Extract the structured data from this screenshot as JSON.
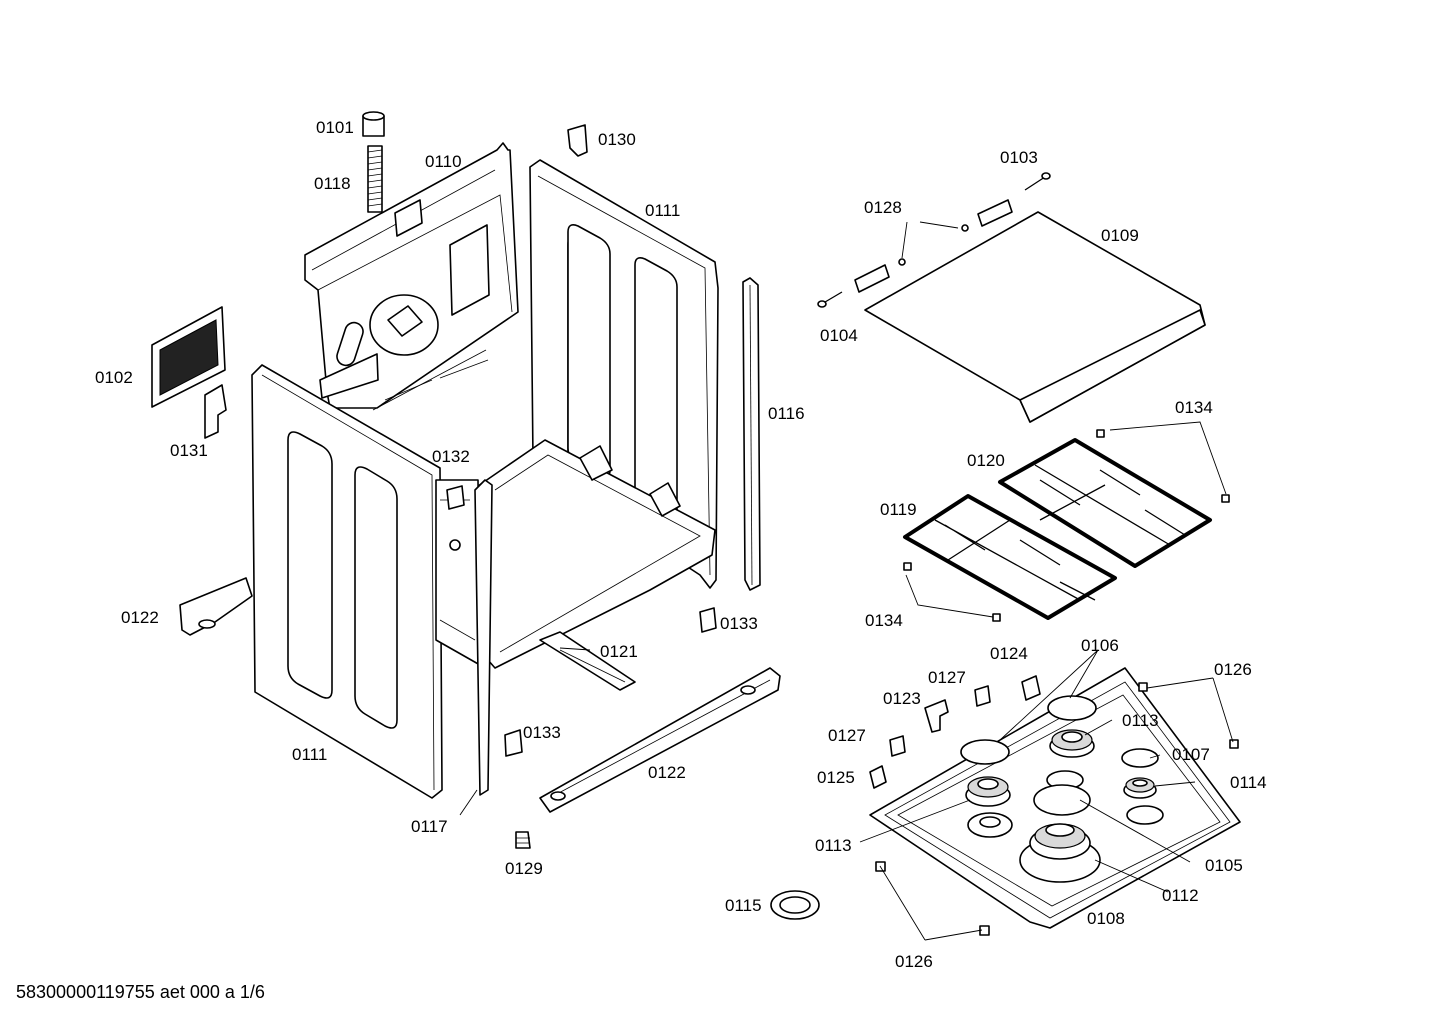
{
  "footer": {
    "code": "58300000119755 aet 000 a 1/6"
  },
  "labels": {
    "p0101": "0101",
    "p0102": "0102",
    "p0103": "0103",
    "p0104": "0104",
    "p0105": "0105",
    "p0106": "0106",
    "p0107": "0107",
    "p0108": "0108",
    "p0109": "0109",
    "p0110": "0110",
    "p0111a": "0111",
    "p0111b": "0111",
    "p0112": "0112",
    "p0113a": "0113",
    "p0113b": "0113",
    "p0114": "0114",
    "p0115": "0115",
    "p0116": "0116",
    "p0117": "0117",
    "p0118": "0118",
    "p0119": "0119",
    "p0120": "0120",
    "p0121": "0121",
    "p0122a": "0122",
    "p0122b": "0122",
    "p0123": "0123",
    "p0124": "0124",
    "p0125": "0125",
    "p0126a": "0126",
    "p0126b": "0126",
    "p0127a": "0127",
    "p0127b": "0127",
    "p0128": "0128",
    "p0129": "0129",
    "p0130": "0130",
    "p0131": "0131",
    "p0132": "0132",
    "p0133a": "0133",
    "p0133b": "0133",
    "p0134a": "0134",
    "p0134b": "0134"
  }
}
